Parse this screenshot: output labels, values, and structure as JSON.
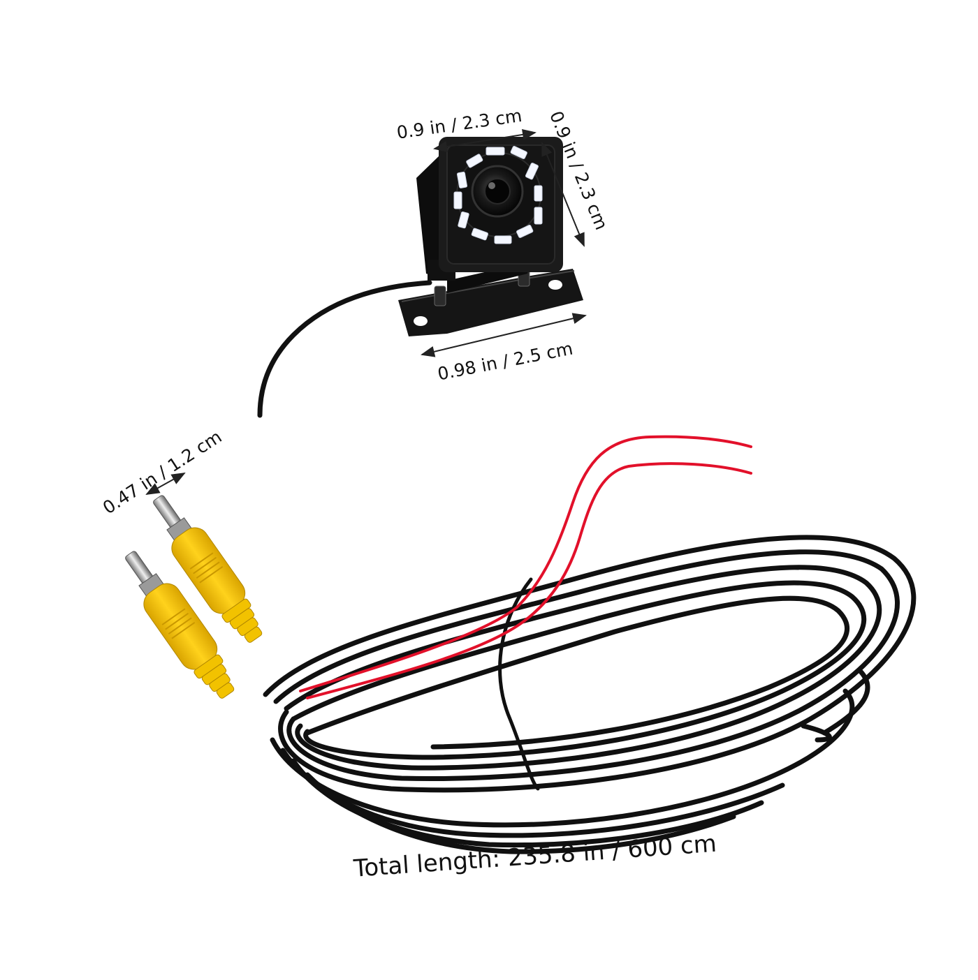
{
  "dimensions": {
    "camera_width": "0.9 in / 2.3 cm",
    "camera_height": "0.9 in / 2.3 cm",
    "bracket_width": "0.98 in / 2.5 cm",
    "connector_length": "0.47 in / 1.2 cm",
    "total_length": "Total length: 235.8 in / 600 cm"
  },
  "colors": {
    "cable": "#111111",
    "camera_body": "#1b1b1b",
    "rca_plug": "#f2c200",
    "power_wire": "#e2102a",
    "led": "#f4f7ff"
  }
}
